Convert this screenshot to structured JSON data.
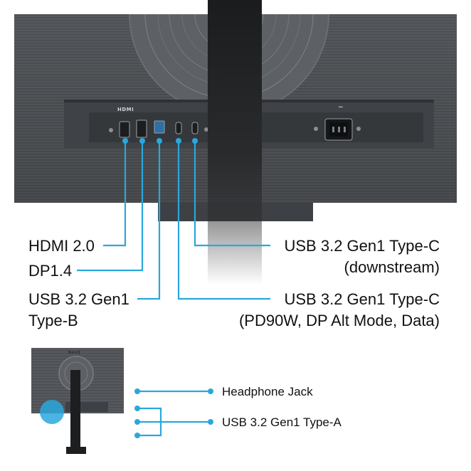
{
  "monitor_rear": {
    "port_markings": {
      "hdmi": "HDMI",
      "power_symbol": "~"
    }
  },
  "callouts": {
    "hdmi": "HDMI 2.0",
    "dp": "DP1.4",
    "usb_b_line1": "USB 3.2 Gen1",
    "usb_b_line2": "Type-B",
    "usbc_down_line1": "USB 3.2 Gen1 Type-C",
    "usbc_down_line2": "(downstream)",
    "usbc_pd_line1": "USB 3.2 Gen1 Type-C",
    "usbc_pd_line2": "(PD90W, DP Alt Mode, Data)"
  },
  "side_view": {
    "brand_mark": "BenQ",
    "headphone": "Headphone Jack",
    "usb_a": "USB 3.2 Gen1 Type-A"
  },
  "colors": {
    "accent": "#2aa7dd",
    "monitor_body": "#55585c",
    "text": "#111111"
  }
}
